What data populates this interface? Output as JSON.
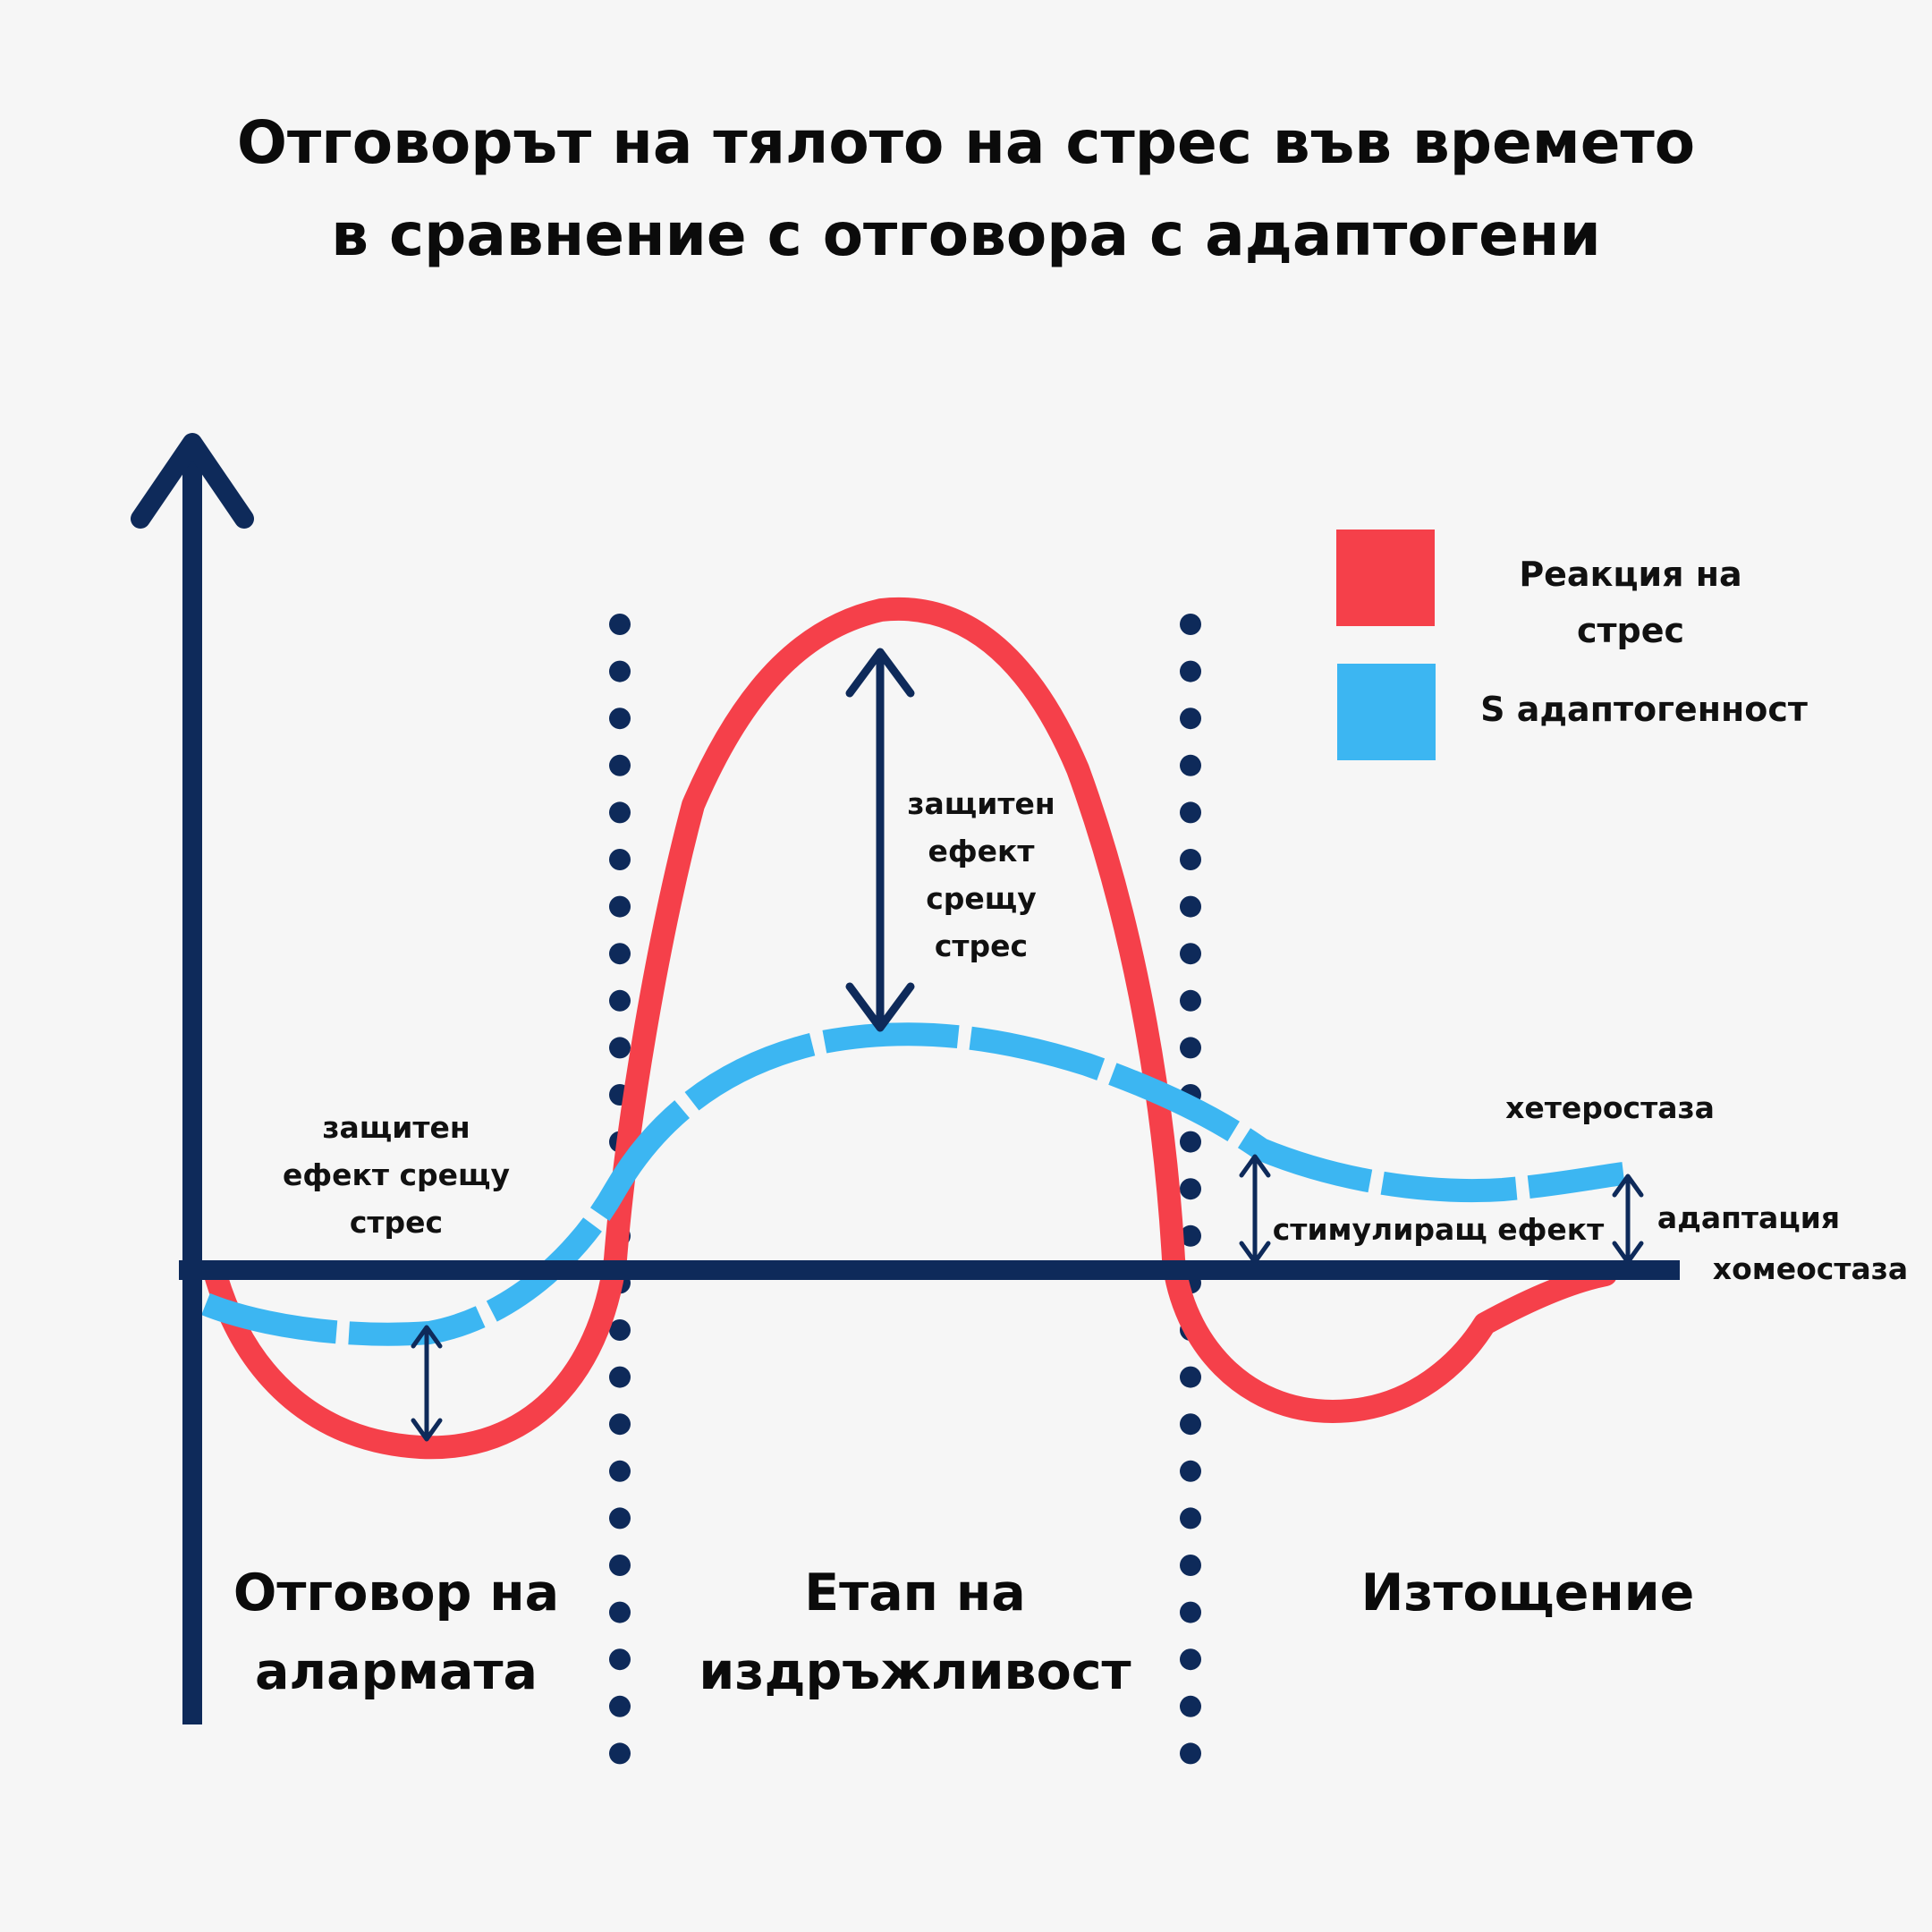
{
  "title": {
    "line1": "Отговорът на тялото на стрес във времето",
    "line2": "в сравнение с отговора с адаптогени"
  },
  "colors": {
    "stress": "#f5404a",
    "adaptogen": "#3cb6f2",
    "axis": "#0e2a5a",
    "text": "#111111",
    "background": "#f6f6f6"
  },
  "legend": {
    "stress_label_line1": "Реакция на",
    "stress_label_line2": "стрес",
    "adaptogen_label": "S адаптогенност"
  },
  "annotations": {
    "protective_alarm": [
      "защитен",
      "ефект срещу",
      "стрес"
    ],
    "protective_resistance": [
      "защитен",
      "ефект",
      "срещу",
      "стрес"
    ],
    "heterostasis": "хетеростаза",
    "stimulating_effect": "стимулиращ ефект",
    "adaptation": "адаптация",
    "homeostasis": "хомеостаза"
  },
  "phases": [
    {
      "line1": "Отговор на",
      "line2": "алармата"
    },
    {
      "line1": "Етап на",
      "line2": "издръжливост"
    },
    {
      "line1": "Изтощение",
      "line2": ""
    }
  ]
}
